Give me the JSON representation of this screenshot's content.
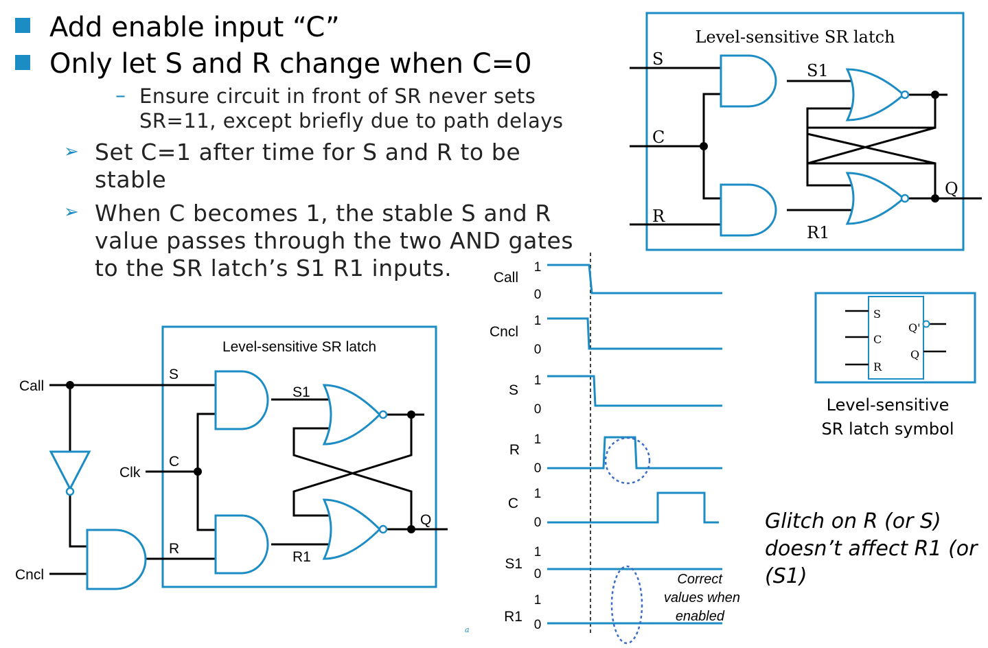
{
  "bullets": [
    "Add enable input “C”",
    "Only let S and R change when C=0"
  ],
  "sub_dash": {
    "marker": "–",
    "lines": [
      "Ensure circuit in front of SR never sets",
      "SR=11, except briefly due to path delays"
    ]
  },
  "sub_arrow_marker": "➢",
  "sub_arrow": [
    {
      "lines": [
        "Set C=1 after time for S and R to be",
        "stable"
      ]
    },
    {
      "lines": [
        "When C becomes 1, the stable S and R",
        "value passes through the two AND gates",
        "to the SR latch’s S1 R1 inputs."
      ]
    }
  ],
  "latch_top": {
    "title": "Level-sensitive SR latch",
    "labels": {
      "s": "S",
      "c": "C",
      "r": "R",
      "s1": "S1",
      "r1": "R1",
      "q": "Q"
    }
  },
  "latch_bottom": {
    "title": "Level-sensitive SR latch",
    "labels": {
      "s": "S",
      "c": "C",
      "r": "R",
      "s1": "S1",
      "r1": "R1",
      "q": "Q"
    },
    "inputs": {
      "call": "Call",
      "clk": "Clk",
      "cncl": "Cncl"
    }
  },
  "symbol": {
    "pins": {
      "s": "S",
      "c": "C",
      "r": "R",
      "qbar": "Q'",
      "q": "Q"
    },
    "caption": [
      "Level-sensitive",
      "SR latch symbol"
    ]
  },
  "timing": {
    "signals": [
      "Call",
      "Cncl",
      "S",
      "R",
      "C",
      "S1",
      "R1"
    ],
    "high_label": "1",
    "low_label": "0",
    "note": [
      "Correct",
      "values when",
      "enabled"
    ]
  },
  "glitch_text": [
    "Glitch on R (or S)",
    "doesn’t affect R1 (or",
    "(S1)"
  ],
  "footer_mark": "a",
  "colors": {
    "accent": "#1b8cc4",
    "wire": "#000000",
    "text": "#222222"
  }
}
